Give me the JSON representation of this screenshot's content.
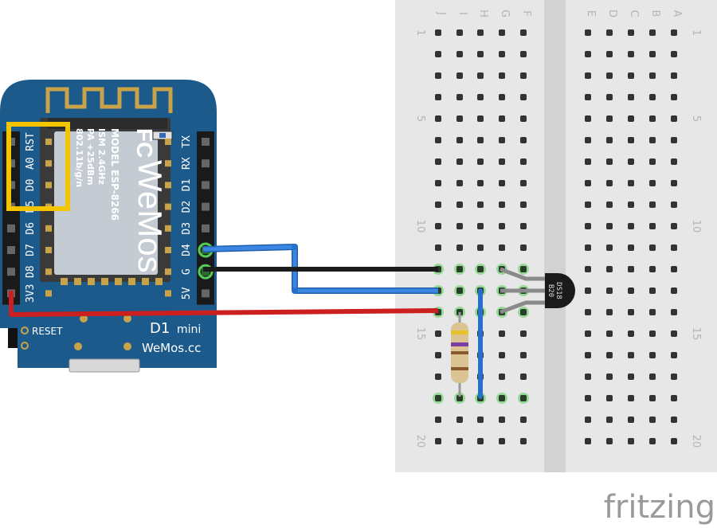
{
  "board": {
    "left_pins": [
      "RST",
      "A0",
      "D0",
      "D5",
      "D6",
      "D7",
      "D8",
      "3V3"
    ],
    "right_pins": [
      "TX",
      "RX",
      "D1",
      "D2",
      "D3",
      "D4",
      "G",
      "5V"
    ],
    "reset_label": "RESET",
    "title": "D1",
    "subtitle": "mini",
    "brand": "WeMos.cc",
    "module": {
      "brand": "WeMos",
      "lines": [
        "MODEL  ESP-8266",
        "ISM 2.4GHz",
        "PA +25dBm",
        "802.11b/g/n"
      ],
      "cert": "FC"
    }
  },
  "breadboard": {
    "left_letters": [
      "J",
      "I",
      "H",
      "G",
      "F"
    ],
    "right_letters": [
      "E",
      "D",
      "C",
      "B",
      "A"
    ],
    "row_labels": [
      "1",
      "5",
      "10",
      "15",
      "20"
    ]
  },
  "sensor": {
    "label_1": "DS18",
    "label_2": "B20"
  },
  "colors": {
    "board": "#1d5a8c",
    "wire_blue": "#2770c9",
    "wire_black": "#1b1b1b",
    "wire_red": "#cc1f1f",
    "highlight": "#f5c400",
    "breadboard": "#e7e7e7",
    "hole_active": "#55cc55"
  },
  "watermark": "fritzing"
}
